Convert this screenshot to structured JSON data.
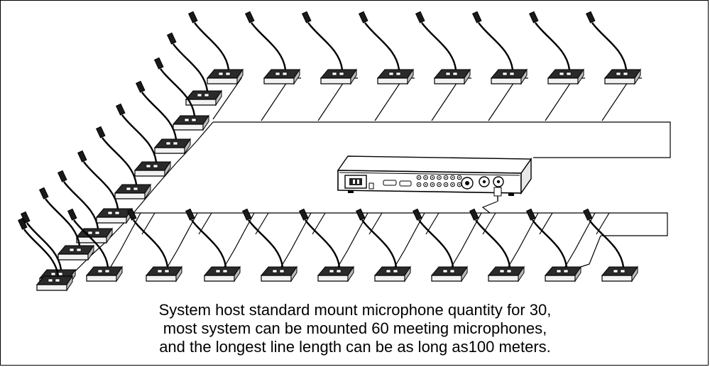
{
  "caption": {
    "line1": "System host standard mount microphone quantity for 30,",
    "line2": "most system can be mounted 60 meeting microphones,",
    "line3": "and the longest line length can be as long as100 meters."
  },
  "colors": {
    "background": "#ffffff",
    "line": "#000000",
    "device_top": "#2a2a2a",
    "device_face": "#f2f2f2"
  },
  "diagram": {
    "host_unit": "conference-system-host",
    "microphone_unit": "gooseneck-meeting-microphone",
    "microphones_top_row": 8,
    "microphones_left_column": 9,
    "microphones_bottom_row": 11
  }
}
